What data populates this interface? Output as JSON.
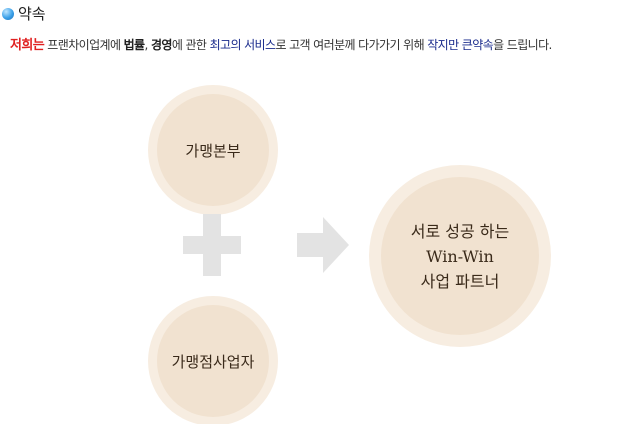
{
  "heading": {
    "icon": "circle-bullet-icon",
    "text": "약속"
  },
  "promise_line": {
    "lead": "저희는",
    "t1": " 프랜차이업계에 ",
    "b1": "법률",
    "t2": ", ",
    "b2": "경영",
    "t3": "에 관한 ",
    "blue1": "최고의 서비스",
    "t4": "로 고객 여러분께 다가가기 위해 ",
    "blue2": "작지만 큰약속",
    "t5": "을 드립니다."
  },
  "diagram": {
    "hq": "가맹본부",
    "franchisee": "가맹점사업자",
    "partner_line1": "서로 성공 하는",
    "partner_line2": "Win-Win",
    "partner_line3": "사업 파트너",
    "plus_icon": "plus-icon",
    "arrow_icon": "arrow-right-icon"
  },
  "colors": {
    "accent_red": "#e02020",
    "accent_blue": "#1a2b8c",
    "circle_outer": "#f7ede1",
    "circle_inner": "#f1e2d0",
    "icon_gray": "#e3e3e3"
  }
}
